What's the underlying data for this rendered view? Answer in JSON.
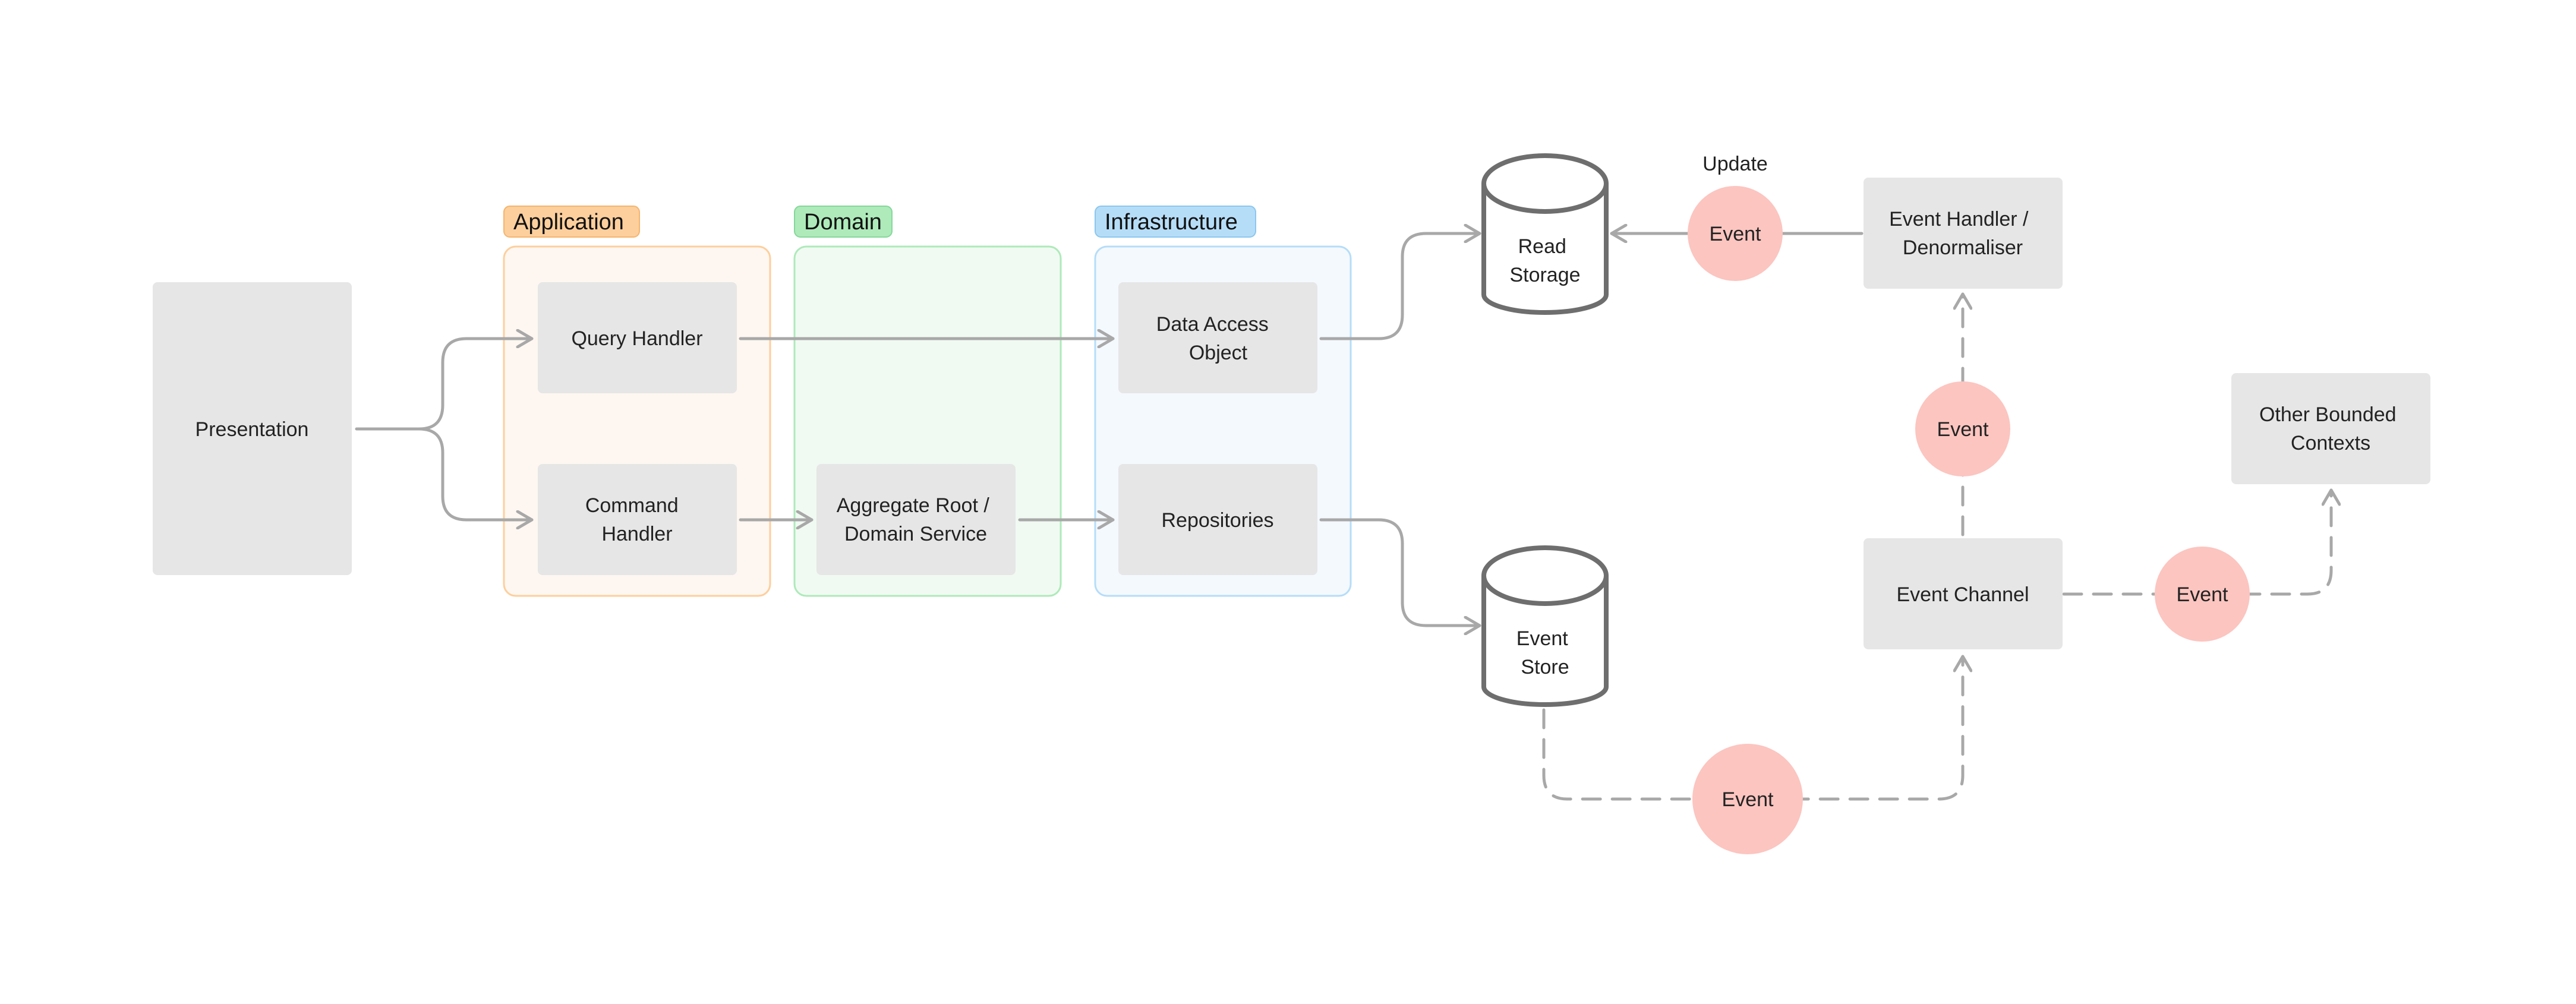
{
  "diagram": {
    "presentation": "Presentation",
    "groups": {
      "application": "Application",
      "domain": "Domain",
      "infrastructure": "Infrastructure"
    },
    "nodes": {
      "query_handler": "Query Handler",
      "command_handler": [
        "Command",
        "Handler"
      ],
      "aggregate_root": [
        "Aggregate Root /",
        "Domain Service"
      ],
      "data_access_object": [
        "Data Access",
        "Object"
      ],
      "repositories": "Repositories",
      "read_storage": [
        "Read",
        "Storage"
      ],
      "event_store": [
        "Event",
        "Store"
      ],
      "event_handler": [
        "Event Handler /",
        "Denormaliser"
      ],
      "event_channel": "Event Channel",
      "other_contexts": [
        "Other Bounded",
        "Contexts"
      ]
    },
    "event_label": "Event",
    "update_label": "Update"
  },
  "colors": {
    "node_fill": "#e6e6e6",
    "event_fill": "#fcc5c0",
    "storage_stroke": "#6e6e6e",
    "arrow": "#a8a8a8",
    "application_tag": "#fdcf9d",
    "application_panel": "#fef7f1",
    "domain_tag": "#aeeaba",
    "domain_panel": "#f1faf2",
    "infrastructure_tag": "#b6ddf8",
    "infrastructure_panel": "#f4f9fe"
  }
}
